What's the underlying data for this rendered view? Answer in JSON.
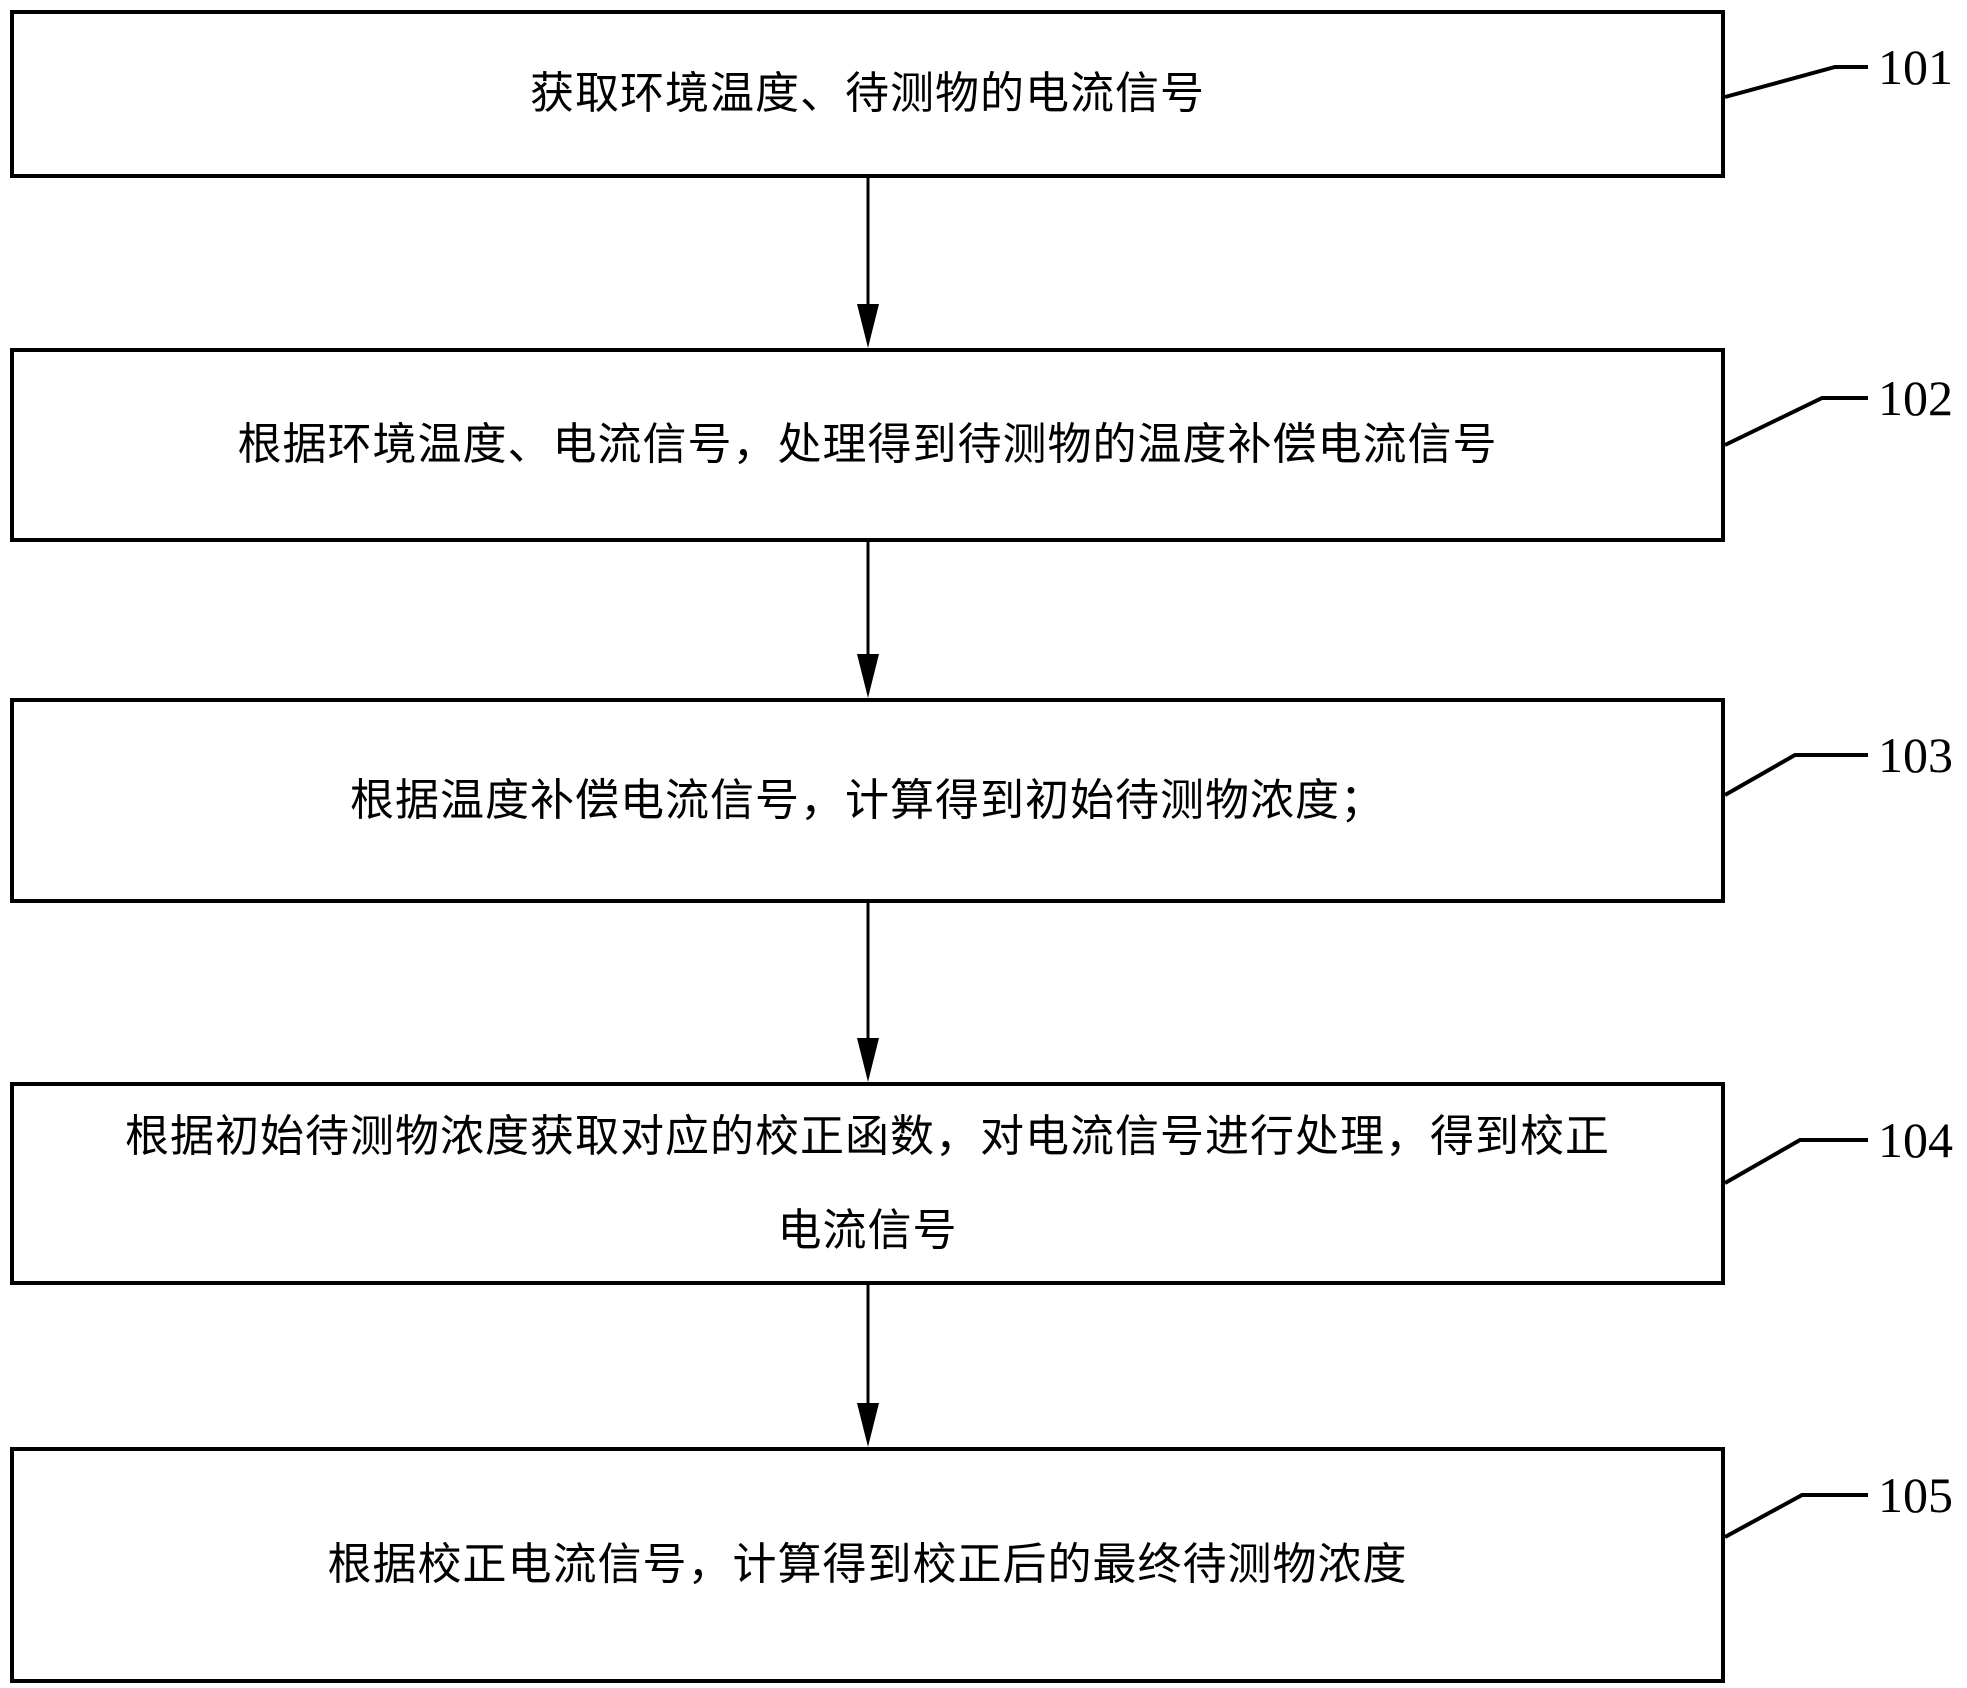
{
  "figure": {
    "type": "flowchart",
    "colors": {
      "line": "#000000",
      "text": "#000000",
      "background": "#ffffff"
    },
    "boxes": [
      {
        "ref": "101",
        "lines": [
          "获取环境温度、待测物的电流信号"
        ]
      },
      {
        "ref": "102",
        "lines": [
          "根据环境温度、电流信号，处理得到待测物的温度补偿电流信号"
        ]
      },
      {
        "ref": "103",
        "lines": [
          "根据温度补偿电流信号，计算得到初始待测物浓度；"
        ]
      },
      {
        "ref": "104",
        "lines": [
          "根据初始待测物浓度获取对应的校正函数，对电流信号进行处理，得到校正",
          "电流信号"
        ]
      },
      {
        "ref": "105",
        "lines": [
          "根据校正电流信号，计算得到校正后的最终待测物浓度"
        ]
      }
    ]
  }
}
